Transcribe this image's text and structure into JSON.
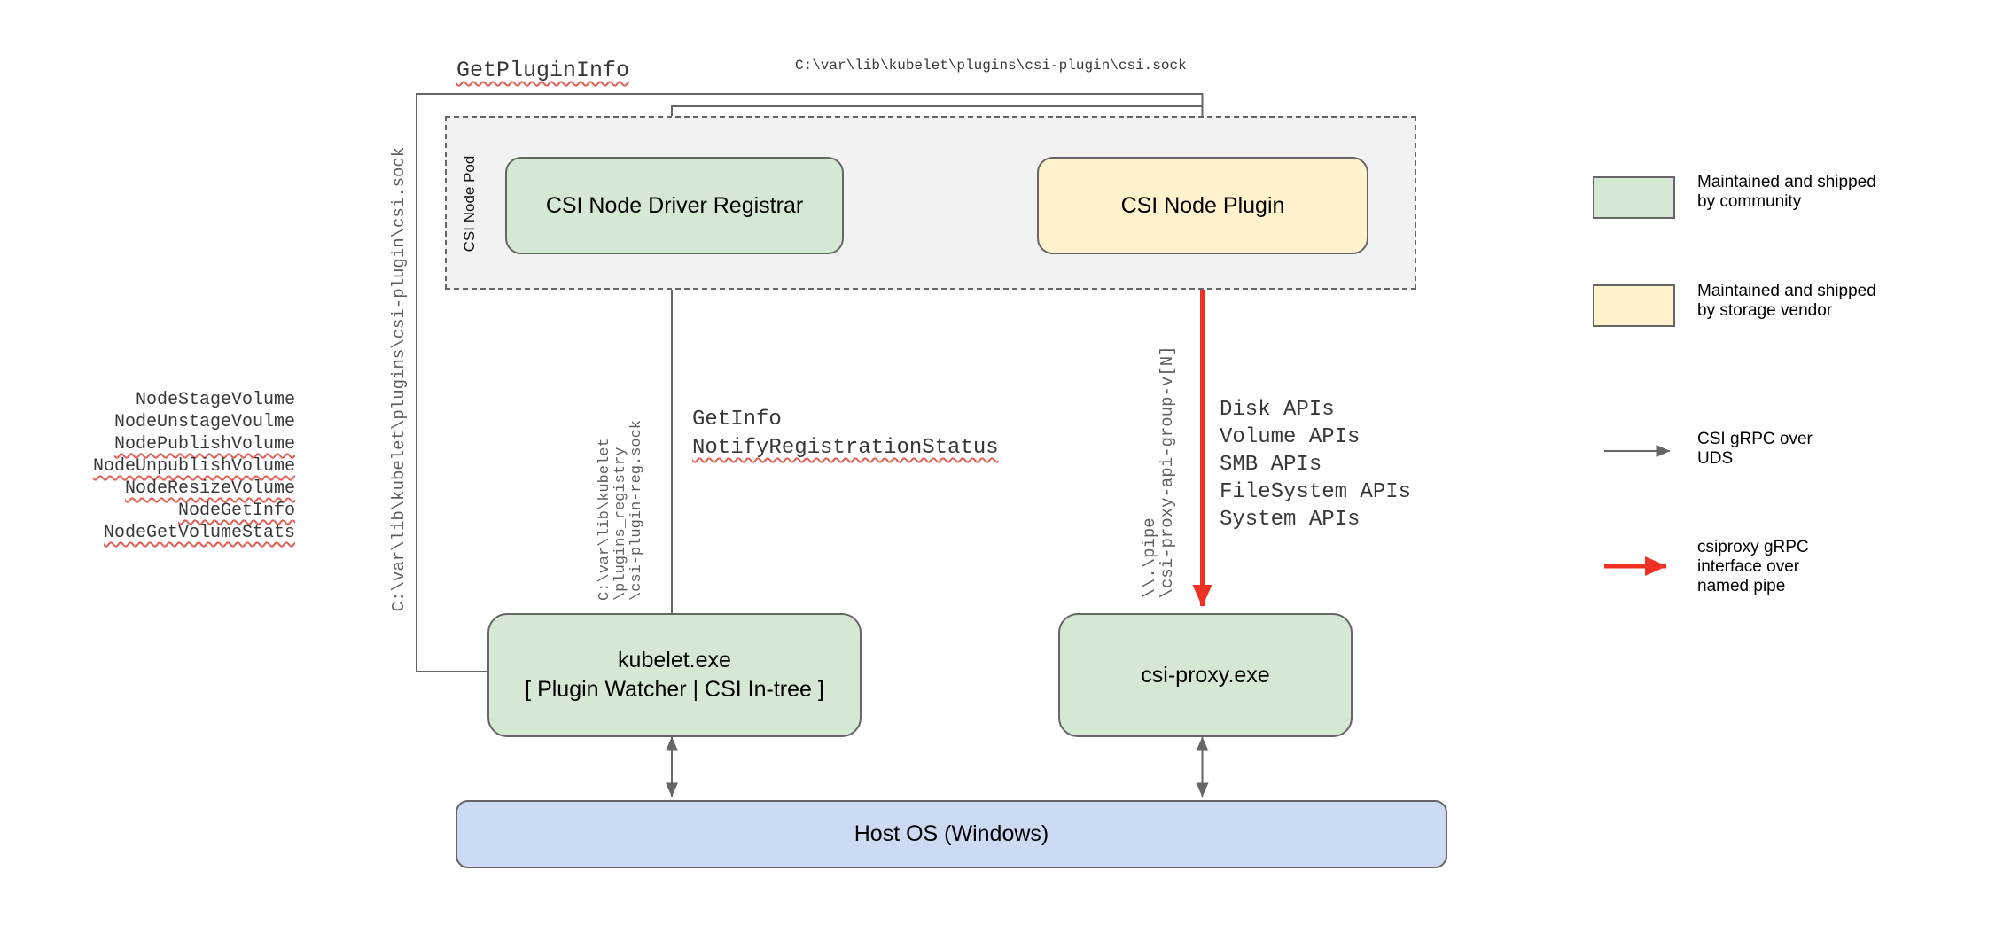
{
  "title": "CSI on Windows architecture diagram",
  "colors": {
    "community_green": "#d5e8d4",
    "vendor_yellow": "#fff2cc",
    "host_blue": "#ccdaf3",
    "pod_gray": "#f2f2f2",
    "stroke_gray": "#666666",
    "arrow_red": "#ef3124",
    "squiggle_red": "#e06055"
  },
  "top": {
    "get_plugin_info": "GetPluginInfo",
    "csi_sock_path": "C:\\var\\lib\\kubelet\\plugins\\csi-plugin\\csi.sock"
  },
  "left_calls": [
    {
      "label": "NodeStageVolume"
    },
    {
      "label": "NodeUnstageVoulme"
    },
    {
      "label": "NodePublishVolume"
    },
    {
      "label": "NodeUnpublishVolume"
    },
    {
      "label": "NodeResizeVolume"
    },
    {
      "label": "NodeGetInfo"
    },
    {
      "label": "NodeGetVolumeStats"
    }
  ],
  "vertical_labels": {
    "kubelet_sock_path": "C:\\var\\lib\\kubelet\\plugins\\csi-plugin\\csi.sock",
    "registry_path_line1": "C:\\var\\lib\\kubelet",
    "registry_path_line2": "\\plugins_registry",
    "registry_path_line3": "\\csi-plugin-reg.sock",
    "pipe_path_line1": "\\\\.\\pipe",
    "pipe_path_line2": "\\csi-proxy-api-group-v[N]"
  },
  "pod": {
    "label": "CSI Node Pod",
    "registrar_label": "CSI Node Driver Registrar",
    "plugin_label": "CSI Node Plugin"
  },
  "processes": {
    "kubelet_line1": "kubelet.exe",
    "kubelet_line2": "[ Plugin Watcher | CSI In-tree ]",
    "csi_proxy_label": "csi-proxy.exe",
    "host_os_label": "Host OS (Windows)"
  },
  "rpc": {
    "get_info": "GetInfo",
    "notify": "NotifyRegistrationStatus"
  },
  "api_labels": [
    "Disk APIs",
    "Volume APIs",
    "SMB APIs",
    "FileSystem APIs",
    "System APIs"
  ],
  "legend": {
    "community_line1": "Maintained and shipped",
    "community_line2": "by community",
    "vendor_line1": "Maintained and shipped",
    "vendor_line2": "by storage vendor",
    "uds_line1": "CSI gRPC over",
    "uds_line2": "UDS",
    "pipe_line1": "csiproxy gRPC",
    "pipe_line2": "interface over",
    "pipe_line3": "named pipe"
  }
}
